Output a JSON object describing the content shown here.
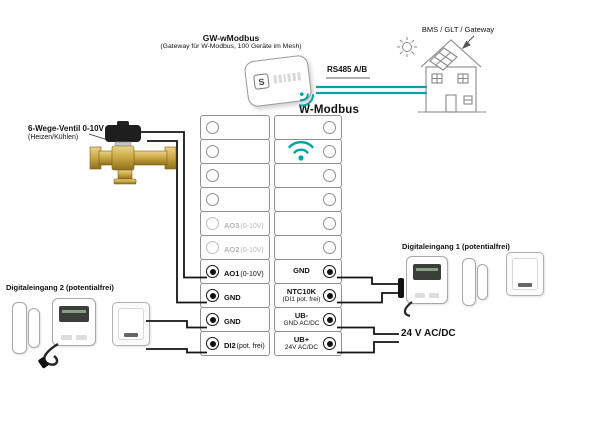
{
  "header": {
    "gateway_title": "GW-wModbus",
    "gateway_subtitle": "(Gateway für W-Modbus, 100 Geräte im Mesh)",
    "gateway_logo": "S",
    "bms_label": "BMS / GLT / Gateway",
    "rs485_label": "RS485 A/B",
    "wmodbus_label": "W-Modbus"
  },
  "left": {
    "valve_label1": "6-Wege-Ventil 0-10V",
    "valve_label2": "(Heizen/Kühlen)",
    "di2_label": "Digitaleingang 2 (potentialfrei)"
  },
  "right": {
    "di1_label": "Digitaleingang 1 (potentialfrei)",
    "power_label": "24 V AC/DC"
  },
  "terminal_block": {
    "left_rows": [
      {
        "name": "",
        "suffix": "",
        "state": "empty"
      },
      {
        "name": "",
        "suffix": "",
        "state": "empty"
      },
      {
        "name": "",
        "suffix": "",
        "state": "empty"
      },
      {
        "name": "",
        "suffix": "",
        "state": "empty"
      },
      {
        "name": "AO3",
        "suffix": "(0-10V)",
        "state": "disabled"
      },
      {
        "name": "AO2",
        "suffix": "(0-10V)",
        "state": "disabled"
      },
      {
        "name": "AO1",
        "suffix": "(0-10V)",
        "state": "connected"
      },
      {
        "name": "GND",
        "suffix": "",
        "state": "connected"
      },
      {
        "name": "GND",
        "suffix": "",
        "state": "connected"
      },
      {
        "name": "DI2",
        "suffix": "(pot. frei)",
        "state": "connected"
      }
    ],
    "right_rows": [
      {
        "name": "",
        "suffix": "",
        "state": "empty"
      },
      {
        "name": "",
        "suffix": "",
        "state": "empty"
      },
      {
        "name": "",
        "suffix": "",
        "state": "empty"
      },
      {
        "name": "",
        "suffix": "",
        "state": "empty"
      },
      {
        "name": "",
        "suffix": "",
        "state": "empty"
      },
      {
        "name": "",
        "suffix": "",
        "state": "empty"
      },
      {
        "name": "GND",
        "suffix": "",
        "state": "connected"
      },
      {
        "name": "NTC10K",
        "suffix": "(DI1 pot. frei)",
        "state": "connected"
      },
      {
        "name": "UB-",
        "suffix": "GND AC/DC",
        "state": "connected"
      },
      {
        "name": "UB+",
        "suffix": "24V AC/DC",
        "state": "connected"
      }
    ]
  },
  "icons": {
    "wifi_icon": "teal wifi arcs (W-Modbus wireless)",
    "gateway_wifi_icon": "small teal wifi arcs at gateway",
    "sun_icon": "line-art sun",
    "house_icon": "building with solar panel (BMS)",
    "valve_icon": "brass 6-way valve with black actuator",
    "transmitter_icon": "sensor with display and cable",
    "door_contact_icon": "two-part magnetic contact",
    "wall_switch_icon": "wall-mounted room unit"
  },
  "colors": {
    "accent_teal": "#00A3A3",
    "wire_black": "#141414",
    "outline_gray": "#8f8f8f",
    "brass": "#c9a63f"
  }
}
